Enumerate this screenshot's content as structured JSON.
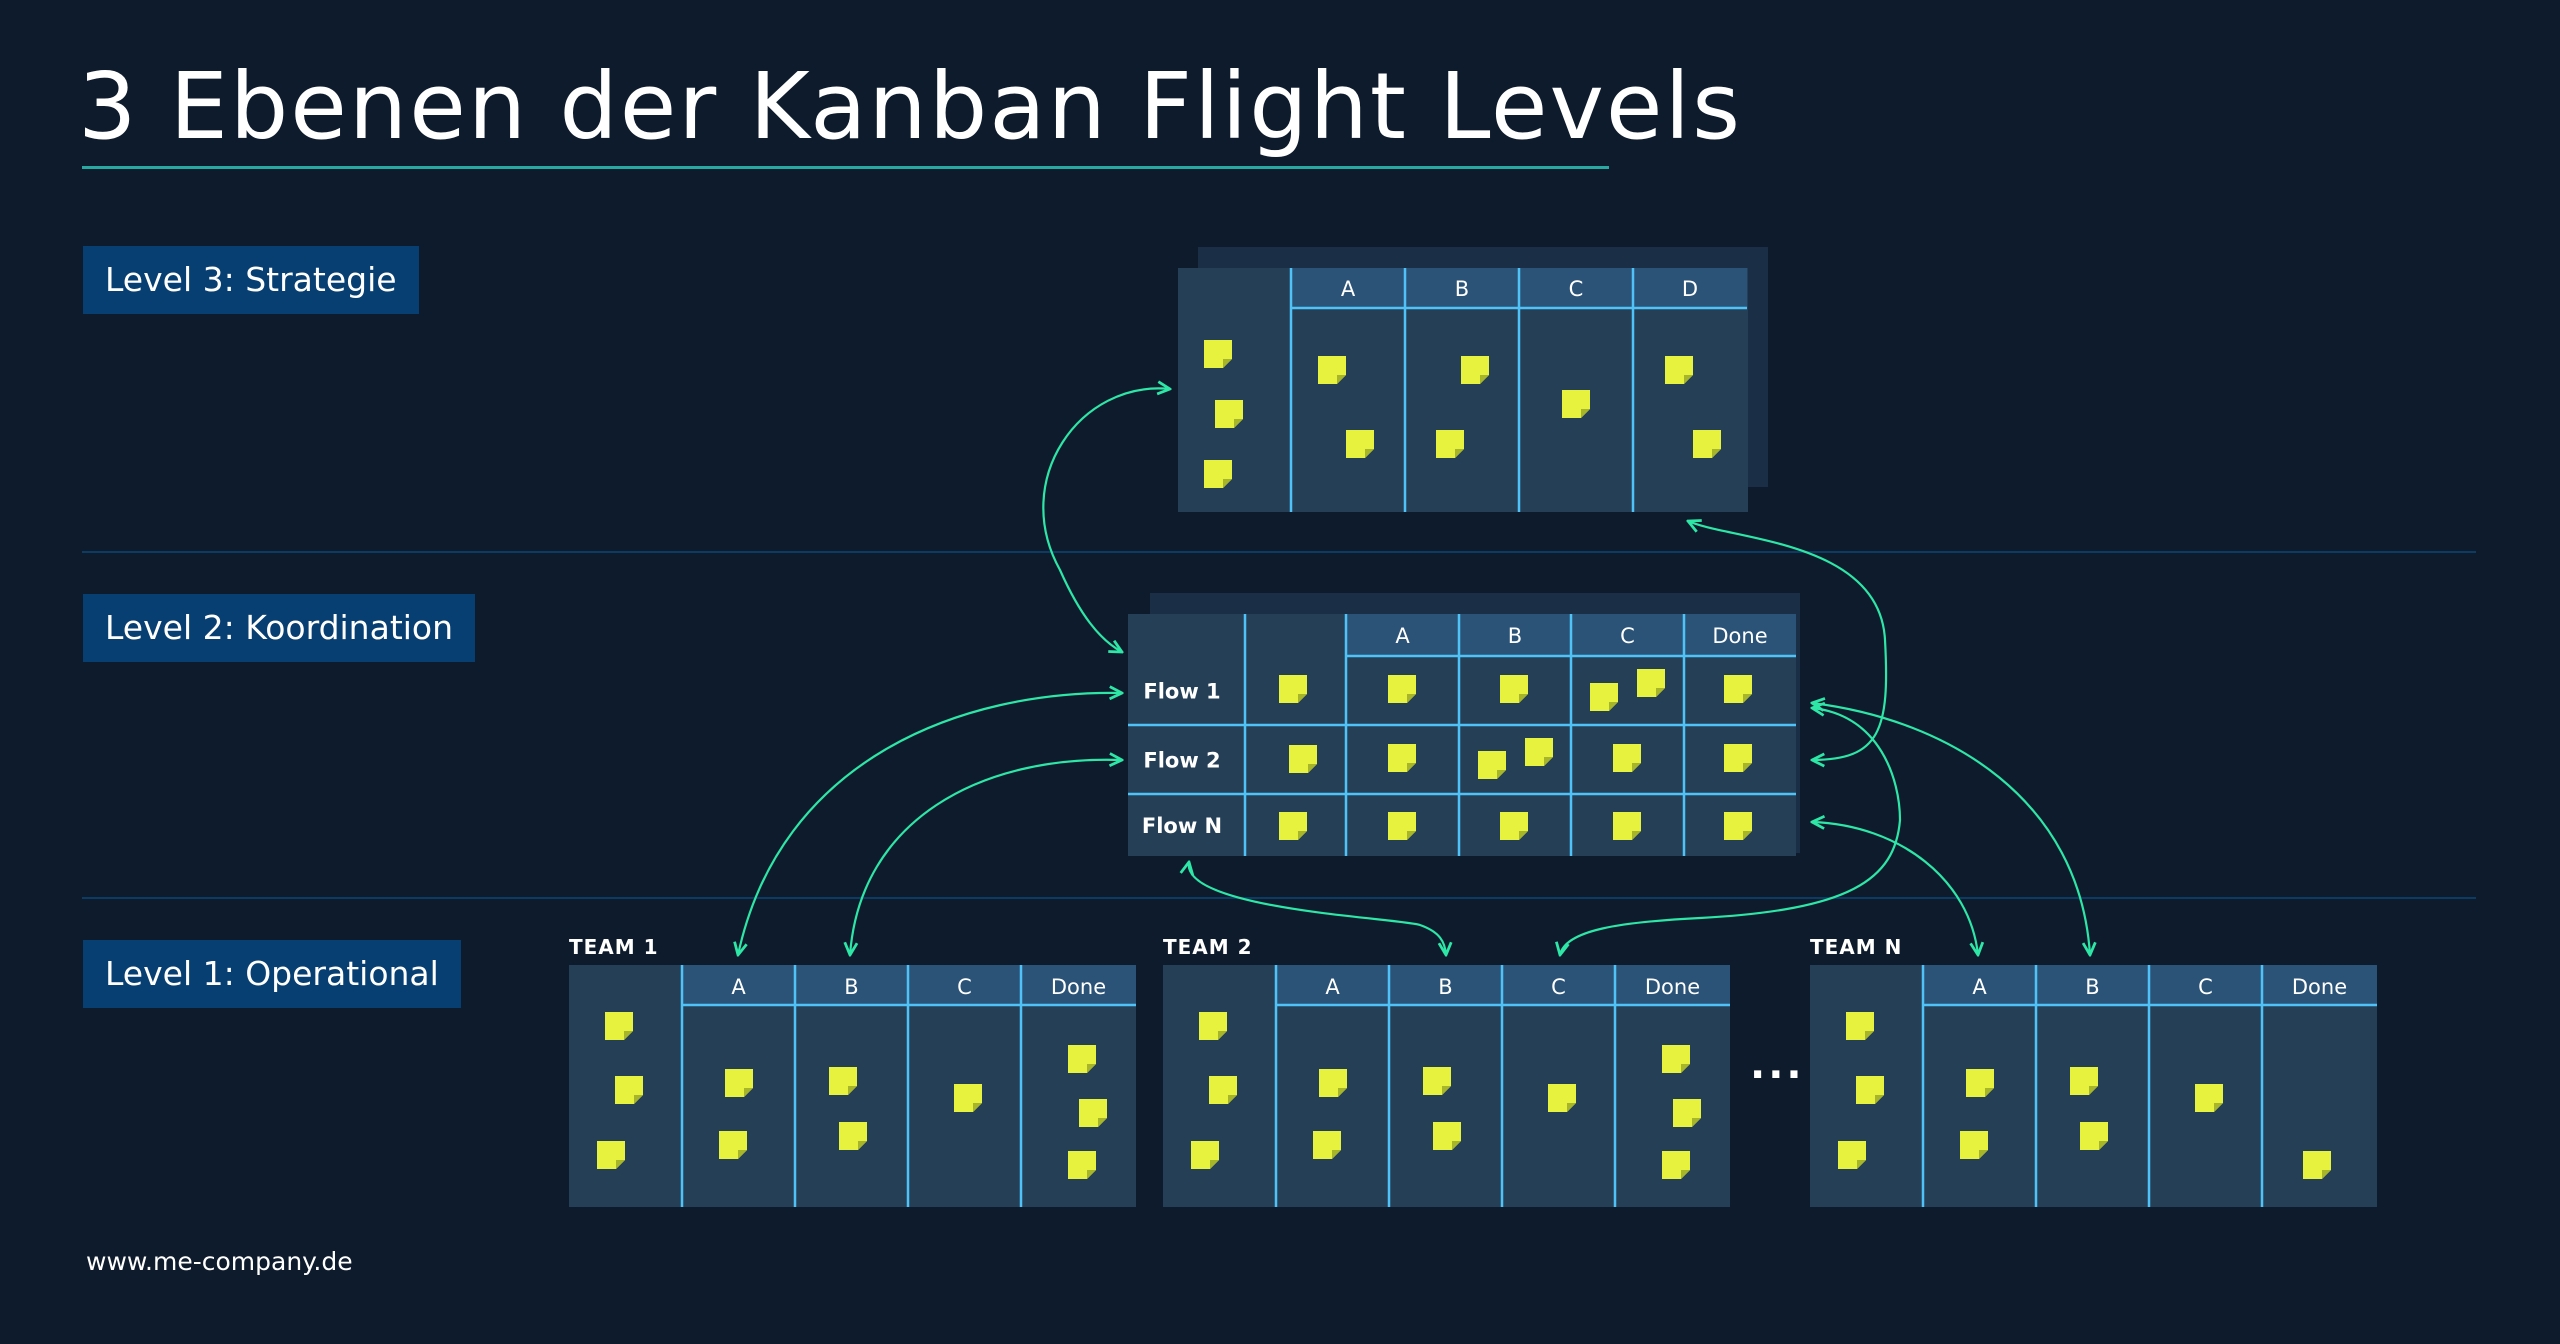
{
  "title": "3 Ebenen der Kanban Flight Levels",
  "levels": [
    {
      "label": "Level 3: Strategie"
    },
    {
      "label": "Level 2: Koordination"
    },
    {
      "label": "Level 1: Operational"
    }
  ],
  "strategy_board": {
    "columns": [
      "A",
      "B",
      "C",
      "D"
    ]
  },
  "coordination_board": {
    "columns": [
      "A",
      "B",
      "C",
      "Done"
    ],
    "flows": [
      "Flow 1",
      "Flow 2",
      "Flow N"
    ]
  },
  "teams": [
    {
      "name": "TEAM 1",
      "columns": [
        "A",
        "B",
        "C",
        "Done"
      ]
    },
    {
      "name": "TEAM 2",
      "columns": [
        "A",
        "B",
        "C",
        "Done"
      ]
    },
    {
      "name": "TEAM N",
      "columns": [
        "A",
        "B",
        "C",
        "Done"
      ]
    }
  ],
  "ellipsis": "...",
  "footer": "www.me-company.de",
  "colors": {
    "background": "#0d1b2c",
    "board_fill": "#253f57",
    "board_shadow": "#1a2f45",
    "header_fill": "#2a5377",
    "grid_line": "#4fc3f7",
    "sticky_note": "#e6f23d",
    "arrow": "#2ee6a6",
    "label_bg": "#073f72"
  },
  "icons": [
    "sticky-note-icon",
    "arrow-icon"
  ]
}
